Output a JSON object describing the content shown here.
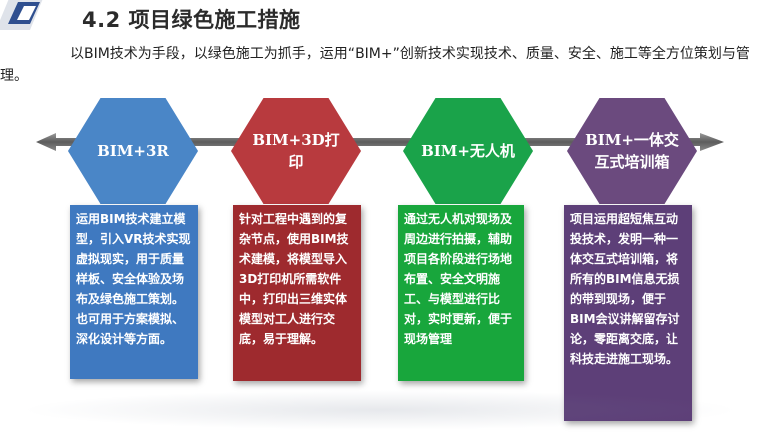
{
  "header": {
    "title": "4.2 项目绿色施工措施",
    "intro": "以BIM技术为手段，以绿色施工为抓手，运用“BIM+”创新技术实现技术、质量、安全、施工等全方位策划与管理。"
  },
  "items": [
    {
      "heading": "BIM+3R",
      "color": "#4a86c7",
      "box_color": "#3f79c0",
      "body": "运用BIM技术建立模型，引入VR技术实现虚拟现实，用于质量样板、安全体验及场布及绿色施工策划。也可用于方案模拟、深化设计等方面。"
    },
    {
      "heading": "BIM+3D打印",
      "color": "#b83a3e",
      "box_color": "#9e2a2e",
      "body": "针对工程中遇到的复杂节点，使用BIM技术建模，将模型导入3D打印机所需软件中，打印出三维实体模型对工人进行交底，易于理解。"
    },
    {
      "heading": "BIM+无人机",
      "color": "#1aa34a",
      "box_color": "#18a63c",
      "body": "通过无人机对现场及周边进行拍摄，辅助项目各阶段进行场地布置、安全文明施工、与模型进行比对，实时更新，便于现场管理"
    },
    {
      "heading": "BIM+一体交互式培训箱",
      "color": "#6b4a7e",
      "box_color": "#5d3f78",
      "body": "项目运用超短焦互动投技术，发明一种一体交互式培训箱，将所有的BIM信息无损的带到现场，便于BIM会议讲解留存讨论，零距离交底，让科技走进施工现场。"
    }
  ]
}
